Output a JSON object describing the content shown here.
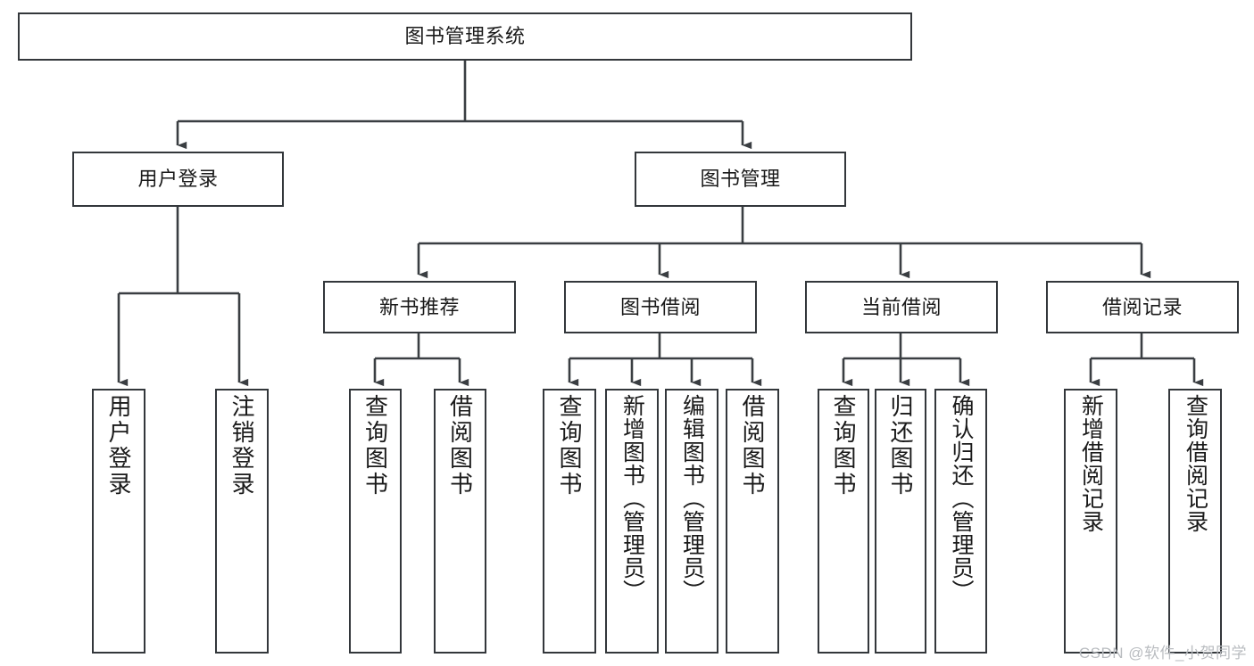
{
  "diagram": {
    "type": "tree",
    "title": "图书管理系统",
    "orientation": "top-down",
    "root": {
      "id": "root",
      "label": "图书管理系统"
    },
    "level1": [
      {
        "id": "user-login",
        "label": "用户登录"
      },
      {
        "id": "book-management",
        "label": "图书管理"
      }
    ],
    "level2": [
      {
        "id": "new-book-recommend",
        "label": "新书推荐"
      },
      {
        "id": "book-borrow",
        "label": "图书借阅"
      },
      {
        "id": "current-borrow",
        "label": "当前借阅"
      },
      {
        "id": "borrow-record",
        "label": "借阅记录"
      }
    ],
    "leaves": {
      "user_login": [
        {
          "id": "leaf-user-login",
          "label": "用户登录"
        },
        {
          "id": "leaf-logout-login",
          "label": "注销登录"
        }
      ],
      "new_book_recommend": [
        {
          "id": "leaf-query-book-1",
          "label": "查询图书"
        },
        {
          "id": "leaf-borrow-book-1",
          "label": "借阅图书"
        }
      ],
      "book_borrow": [
        {
          "id": "leaf-query-book-2",
          "label": "查询图书"
        },
        {
          "id": "leaf-add-book",
          "label": "新增图书（管理员）"
        },
        {
          "id": "leaf-edit-book",
          "label": "编辑图书（管理员）"
        },
        {
          "id": "leaf-borrow-book-2",
          "label": "借阅图书"
        }
      ],
      "current_borrow": [
        {
          "id": "leaf-query-book-3",
          "label": "查询图书"
        },
        {
          "id": "leaf-return-book",
          "label": "归还图书"
        },
        {
          "id": "leaf-confirm-return",
          "label": "确认归还（管理员）"
        }
      ],
      "borrow_record": [
        {
          "id": "leaf-add-record",
          "label": "新增借阅记录"
        },
        {
          "id": "leaf-query-record",
          "label": "查询借阅记录"
        }
      ]
    }
  },
  "watermark": {
    "text": "CSDN @软件_小贺同学"
  },
  "colors": {
    "box_border": "#33373b",
    "box_fill": "#ffffff",
    "connector": "#3a3e42",
    "text": "#1a1a1a",
    "watermark": "#b9bcc0",
    "background": "#ffffff"
  }
}
